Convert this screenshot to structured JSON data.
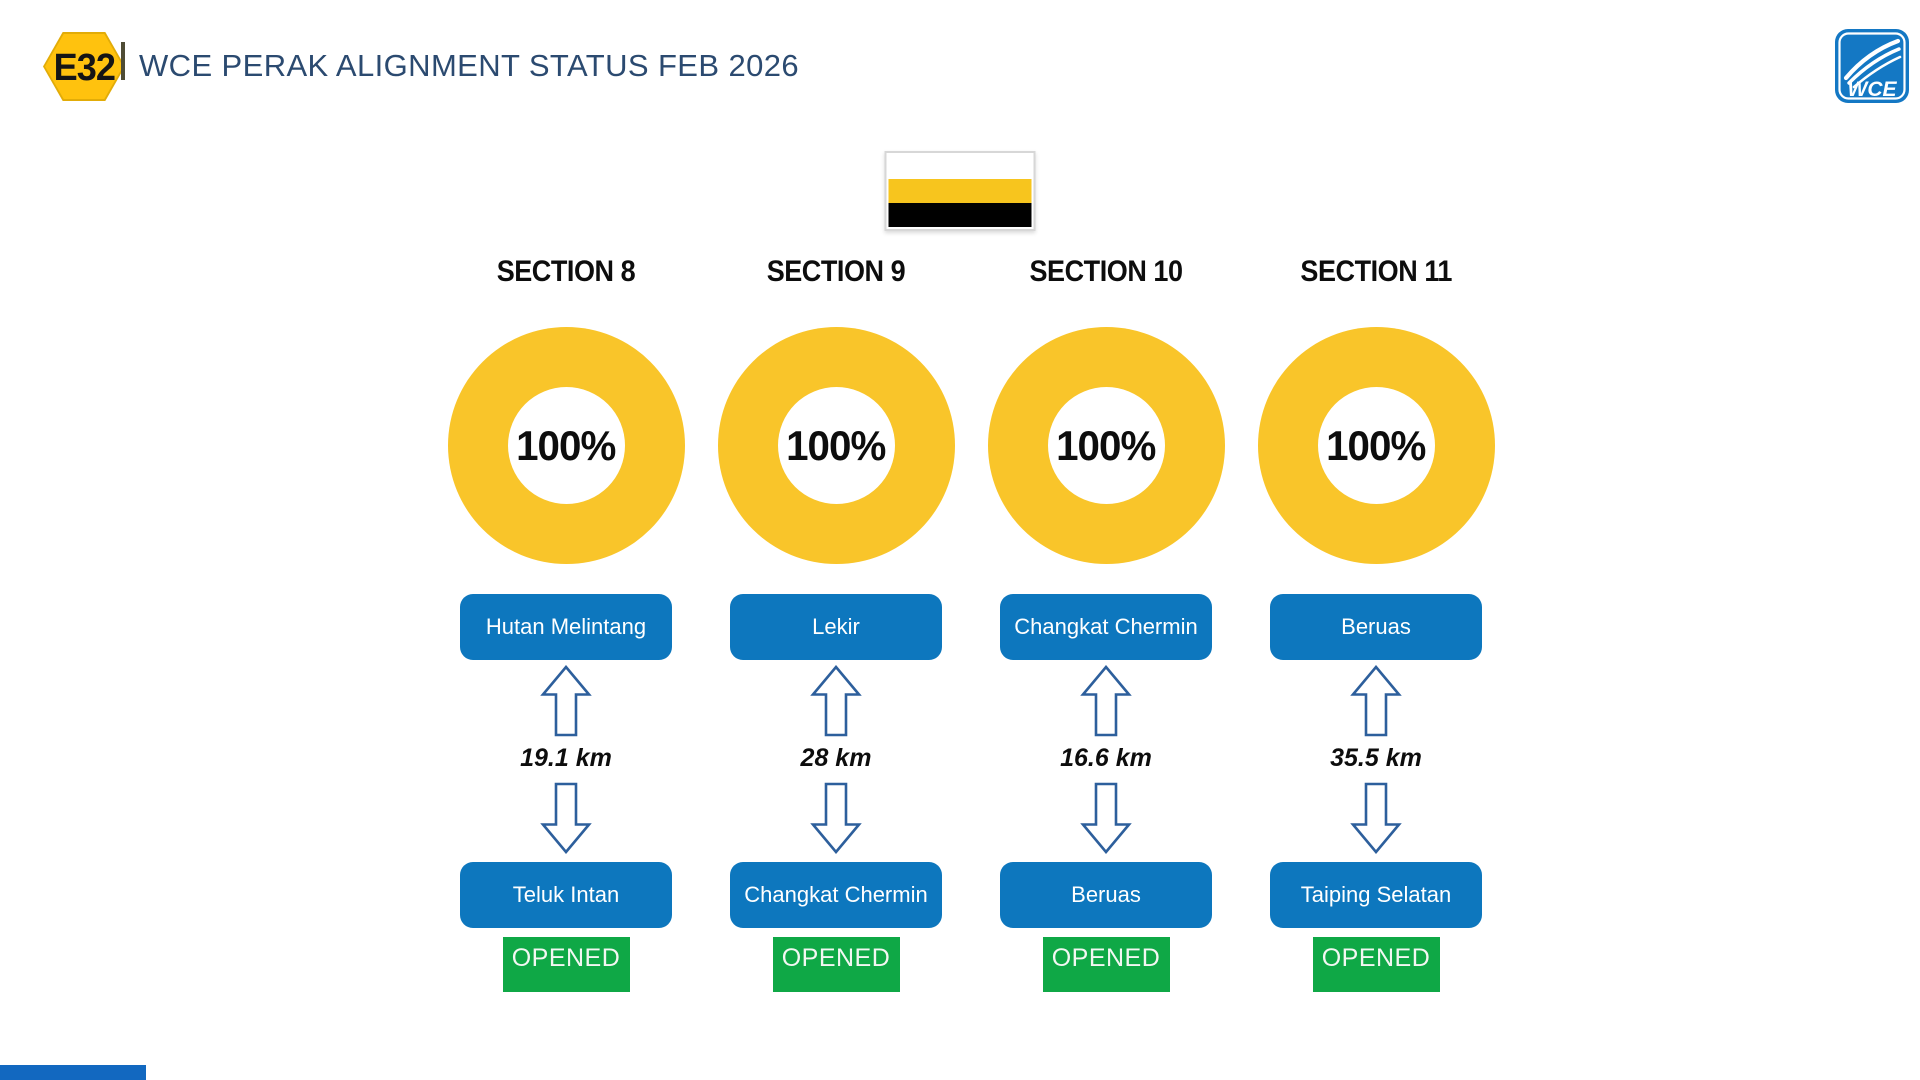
{
  "header": {
    "badge_label": "E32",
    "title": "WCE PERAK ALIGNMENT STATUS FEB 2026",
    "logo_text": "WCE"
  },
  "flag": {
    "region": "Perak",
    "stripe_colors": [
      "#FFFFFF",
      "#F7C51E",
      "#000000"
    ]
  },
  "colors": {
    "donut_yellow": "#F9C52A",
    "box_blue": "#0D77BE",
    "badge_green": "#0FA846",
    "title_navy": "#2B4A70",
    "arrow_outline": "#2D5F9C",
    "logo_blue": "#1478C4",
    "route_badge_yellow": "#FFC20E"
  },
  "sections": [
    {
      "label": "SECTION 8",
      "progress_label": "100%",
      "progress_pct": 100,
      "from": "Hutan Melintang",
      "distance": "19.1 km",
      "to": "Teluk Intan",
      "status": "OPENED"
    },
    {
      "label": "SECTION 9",
      "progress_label": "100%",
      "progress_pct": 100,
      "from": "Lekir",
      "distance": "28 km",
      "to": "Changkat Chermin",
      "status": "OPENED"
    },
    {
      "label": "SECTION 10",
      "progress_label": "100%",
      "progress_pct": 100,
      "from": "Changkat Chermin",
      "distance": "16.6 km",
      "to": "Beruas",
      "status": "OPENED"
    },
    {
      "label": "SECTION 11",
      "progress_label": "100%",
      "progress_pct": 100,
      "from": "Beruas",
      "distance": "35.5 km",
      "to": "Taiping Selatan",
      "status": "OPENED"
    }
  ]
}
